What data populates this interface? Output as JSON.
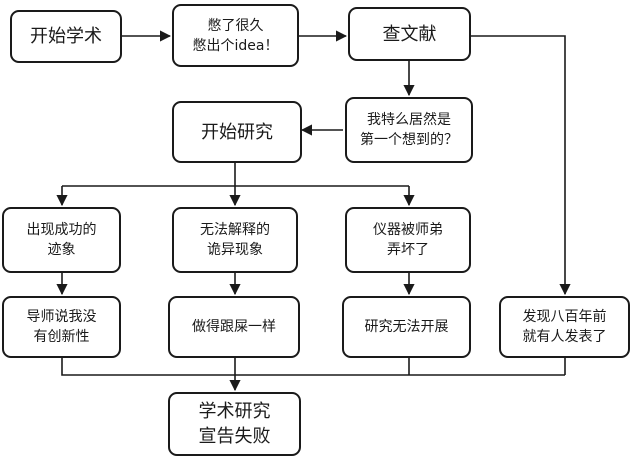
{
  "diagram": {
    "nodes": {
      "start": "开始学术",
      "idea": "憋了很久\n憋出个idea！",
      "lit": "查文献",
      "surprise": "我特么居然是\n第一个想到的？",
      "research": "开始研究",
      "signs": "出现成功的\n迹象",
      "weird": "无法解释的\n诡异现象",
      "broke": "仪器被师弟\n弄坏了",
      "advisor": "导师说我没\n有创新性",
      "shit": "做得跟屎一样",
      "cannot": "研究无法开展",
      "published": "发现八百年前\n就有人发表了",
      "fail": "学术研究\n宣告失败"
    },
    "colors": {
      "stroke": "#1a1a1a",
      "background": "#ffffff"
    }
  }
}
